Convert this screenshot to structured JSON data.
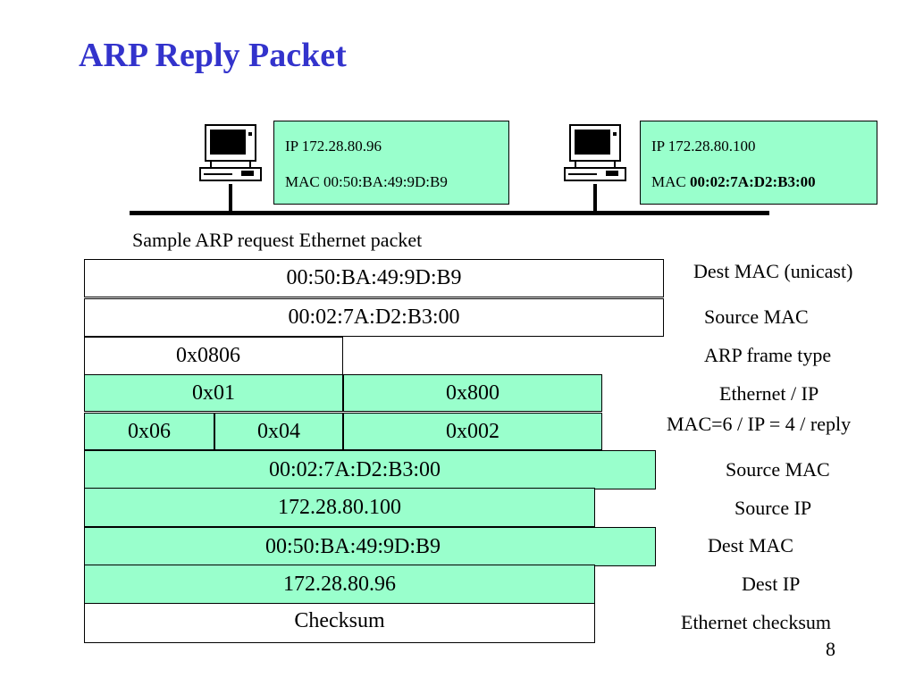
{
  "slide": {
    "title": "ARP Reply Packet",
    "page_number": "8",
    "caption": "Sample ARP request Ethernet packet"
  },
  "hosts": [
    {
      "ip": "IP 172.28.80.96",
      "mac_prefix": "MAC ",
      "mac": "00:50:BA:49:9D:B9"
    },
    {
      "ip": "IP 172.28.80.100",
      "mac_prefix": "MAC ",
      "mac": "00:02:7A:D2:B3:00"
    }
  ],
  "packet": {
    "dest_mac": "00:50:BA:49:9D:B9",
    "source_mac": "00:02:7A:D2:B3:00",
    "frame_type": "0x0806",
    "hw_type": "0x01",
    "proto_type": "0x800",
    "hw_len": "0x06",
    "proto_len": "0x04",
    "opcode": "0x002",
    "sender_mac": "00:02:7A:D2:B3:00",
    "sender_ip": "172.28.80.100",
    "target_mac": "00:50:BA:49:9D:B9",
    "target_ip": "172.28.80.96",
    "checksum": "Checksum"
  },
  "labels": {
    "dest_mac": "Dest MAC (unicast)",
    "source_mac": "Source MAC",
    "frame_type": "ARP frame type",
    "ethernet_ip": "Ethernet / IP",
    "lengths_op": "MAC=6 / IP = 4 / reply",
    "sender_mac": "Source MAC",
    "sender_ip": "Source IP",
    "target_mac": "Dest MAC",
    "target_ip": "Dest IP",
    "checksum": "Ethernet checksum"
  },
  "colors": {
    "title": "#3333cc",
    "box_fill": "#99ffcc"
  },
  "icons": {
    "host": "desktop-computer-icon"
  }
}
